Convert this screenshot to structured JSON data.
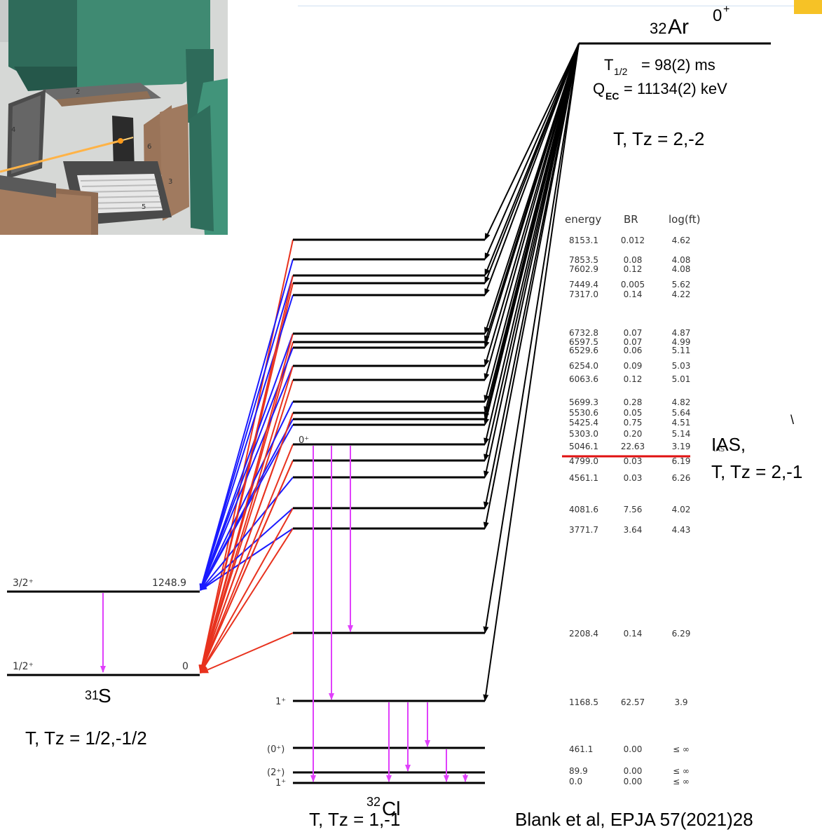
{
  "parent": {
    "nucleus_mass": "32",
    "nucleus_sym": "Ar",
    "spin": "0",
    "parity": "+",
    "half_life_label": "T",
    "half_life_sub": "1/2",
    "half_life_value": "= 98(2) ms",
    "qec_label": "Q",
    "qec_sub": "EC",
    "qec_value": "= 11134(2) keV",
    "isospin": "T, Tz = 2,-2"
  },
  "table_headers": [
    "energy",
    "BR",
    "log(ft)"
  ],
  "levels": [
    {
      "energy": "8153.1",
      "br": "0.012",
      "logft": "4.62"
    },
    {
      "energy": "7853.5",
      "br": "0.08",
      "logft": "4.08"
    },
    {
      "energy": "7602.9",
      "br": "0.12",
      "logft": "4.08"
    },
    {
      "energy": "7449.4",
      "br": "0.005",
      "logft": "5.62"
    },
    {
      "energy": "7317.0",
      "br": "0.14",
      "logft": "4.22"
    },
    {
      "energy": "6732.8",
      "br": "0.07",
      "logft": "4.87"
    },
    {
      "energy": "6597.5",
      "br": "0.07",
      "logft": "4.99"
    },
    {
      "energy": "6529.6",
      "br": "0.06",
      "logft": "5.11"
    },
    {
      "energy": "6254.0",
      "br": "0.09",
      "logft": "5.03"
    },
    {
      "energy": "6063.6",
      "br": "0.12",
      "logft": "5.01"
    },
    {
      "energy": "5699.3",
      "br": "0.28",
      "logft": "4.82"
    },
    {
      "energy": "5530.6",
      "br": "0.05",
      "logft": "5.64"
    },
    {
      "energy": "5425.4",
      "br": "0.75",
      "logft": "4.51"
    },
    {
      "energy": "5303.0",
      "br": "0.20",
      "logft": "5.14"
    },
    {
      "energy": "5046.1",
      "br": "22.63",
      "logft": "3.19"
    },
    {
      "energy": "4799.0",
      "br": "0.03",
      "logft": "6.19"
    },
    {
      "energy": "4561.1",
      "br": "0.03",
      "logft": "6.26"
    },
    {
      "energy": "4081.6",
      "br": "7.56",
      "logft": "4.02"
    },
    {
      "energy": "3771.7",
      "br": "3.64",
      "logft": "4.43"
    },
    {
      "energy": "2208.4",
      "br": "0.14",
      "logft": "6.29"
    },
    {
      "energy": "1168.5",
      "br": "62.57",
      "logft": "3.9"
    },
    {
      "energy": "461.1",
      "br": "0.00",
      "logft": "≤ ∞"
    },
    {
      "energy": "89.9",
      "br": "0.00",
      "logft": "≤ ∞"
    },
    {
      "energy": "0.0",
      "br": "0.00",
      "logft": "≤ ∞"
    }
  ],
  "ias_tag": "IAS",
  "ias_label": "IAS,",
  "ias_isospin": "T, Tz = 2,-1",
  "daughter": {
    "nucleus_mass": "32",
    "nucleus_sym": "Cl",
    "isospin": "T, Tz = 1,-1",
    "spin_labels": [
      "0⁺",
      "1⁺",
      "(0⁺)",
      "(2⁺)",
      "1⁺"
    ]
  },
  "proton_daughter": {
    "nucleus_mass": "31",
    "nucleus_sym": "S",
    "isospin": "T, Tz = 1/2,-1/2",
    "level_excited_spin": "3/2⁺",
    "level_excited_energy": "1248.9",
    "level_ground_spin": "1/2⁺",
    "level_ground_energy": "0"
  },
  "detector_labels": [
    "2",
    "4",
    "6",
    "3",
    "5"
  ],
  "citation": "Blank et al, EPJA 57(2021)28",
  "stray_mark": "\\",
  "colors": {
    "beta": "#000000",
    "proton_to_excited": "#1a1aff",
    "proton_to_ground": "#e8321e",
    "gamma": "#e040fb",
    "ias_line": "#e01010"
  }
}
